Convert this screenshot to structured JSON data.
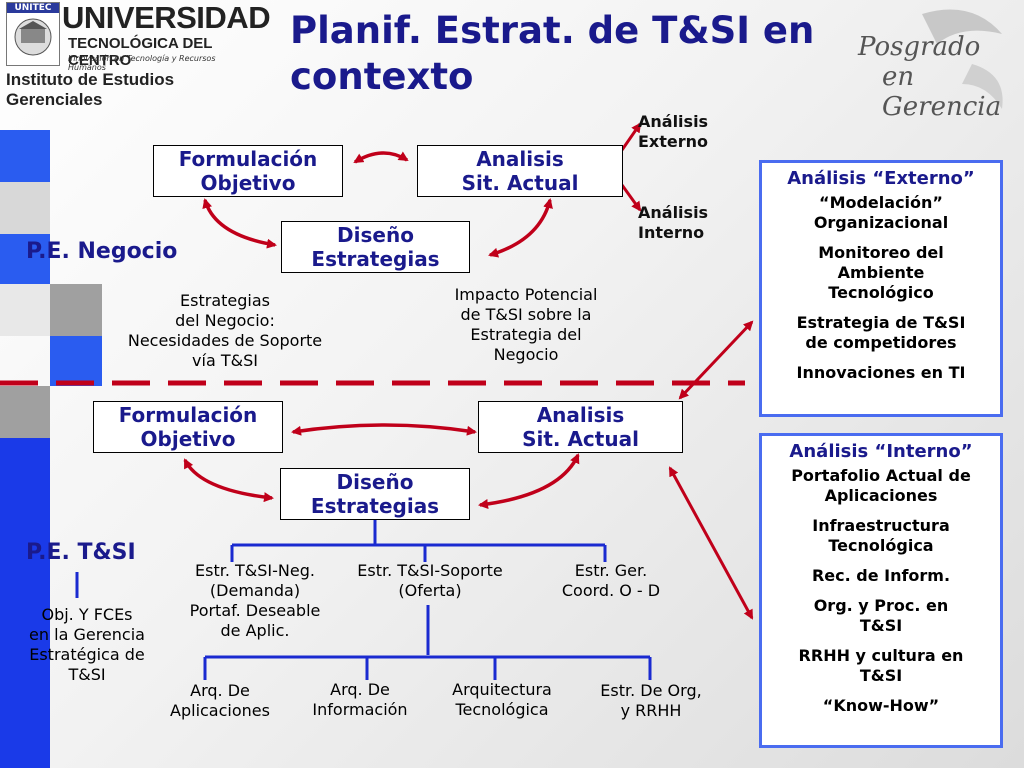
{
  "title": "Planif. Estrat. de T&SI en contexto",
  "logo_universidad": {
    "badge": "UNITEC",
    "name_line1": "UNIVERSIDAD",
    "name_line2": "TECNOLÓGICA DEL CENTRO",
    "tagline": "Innovación en Tecnología y Recursos Humanos",
    "institute": "Instituto de Estudios Gerenciales"
  },
  "logo_posgrado": {
    "line1": "Posgrado",
    "line2": "en Gerencia"
  },
  "top_diagram": {
    "formulacion": [
      "Formulación",
      "Objetivo"
    ],
    "analisis": [
      "Analisis",
      "Sit. Actual"
    ],
    "diseno": [
      "Diseño",
      "Estrategias"
    ],
    "analisis_externo": [
      "Análisis",
      "Externo"
    ],
    "analisis_interno": [
      "Análisis",
      "Interno"
    ],
    "pe_label": "P.E. Negocio",
    "estrategias_text": [
      "Estrategias",
      "del Negocio:",
      "Necesidades de Soporte",
      "vía T&SI"
    ],
    "impacto_text": [
      "Impacto Potencial",
      "de T&SI sobre la",
      "Estrategia del",
      "Negocio"
    ]
  },
  "bottom_diagram": {
    "formulacion": [
      "Formulación",
      "Objetivo"
    ],
    "analisis": [
      "Analisis",
      "Sit. Actual"
    ],
    "diseno": [
      "Diseño",
      "Estrategias"
    ],
    "pe_label": "P.E. T&SI",
    "obj_text": [
      "Obj. Y FCEs",
      "en la Gerencia",
      "Estratégica de",
      "T&SI"
    ],
    "branches": [
      [
        "Estr. T&SI-Neg.",
        "(Demanda)",
        "Portaf. Deseable",
        "de Aplic."
      ],
      [
        "Estr. T&SI-Soporte",
        "(Oferta)"
      ],
      [
        "Estr. Ger.",
        "Coord. O - D"
      ]
    ],
    "sub_branches": [
      [
        "Arq. De",
        "Aplicaciones"
      ],
      [
        "Arq. De",
        "Información"
      ],
      [
        "Arquitectura",
        "Tecnológica"
      ],
      [
        "Estr. De Org,",
        "y RRHH"
      ]
    ]
  },
  "panel_externo": {
    "heading": "Análisis “Externo”",
    "items": [
      [
        "“Modelación”",
        "Organizacional"
      ],
      [
        "Monitoreo del",
        "Ambiente",
        "Tecnológico"
      ],
      [
        "Estrategia de T&SI",
        "de competidores"
      ],
      [
        "Innovaciones en TI"
      ]
    ]
  },
  "panel_interno": {
    "heading": "Análisis “Interno”",
    "items": [
      [
        "Portafolio Actual de",
        "Aplicaciones"
      ],
      [
        "Infraestructura",
        "Tecnológica"
      ],
      [
        "Rec. de Inform."
      ],
      [
        "Org. y Proc. en",
        "T&SI"
      ],
      [
        "RRHH y cultura en",
        "T&SI"
      ],
      [
        "“Know-How”"
      ]
    ]
  },
  "colors": {
    "title": "#1a1a8c",
    "arrow": "#c0001a",
    "panel_border": "#4a6cf0",
    "branch": "#1a2ad0"
  }
}
